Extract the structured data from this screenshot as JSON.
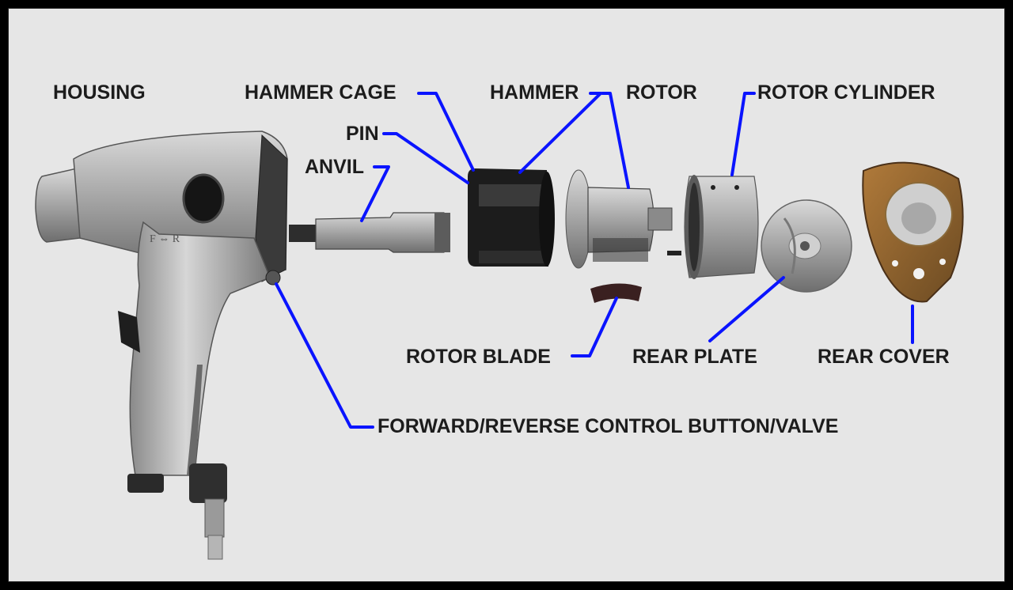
{
  "colors": {
    "background": "#e6e6e6",
    "label_text": "#1c1c1c",
    "leader_line": "#0a14ff",
    "frame": "#000000"
  },
  "labels": {
    "housing": "HOUSING",
    "hammer_cage": "HAMMER CAGE",
    "hammer": "HAMMER",
    "rotor": "ROTOR",
    "rotor_cylinder": "ROTOR CYLINDER",
    "pin": "PIN",
    "anvil": "ANVIL",
    "rotor_blade": "ROTOR BLADE",
    "rear_plate": "REAR PLATE",
    "rear_cover": "REAR COVER",
    "forward_reverse": "FORWARD/REVERSE CONTROL BUTTON/VALVE"
  }
}
